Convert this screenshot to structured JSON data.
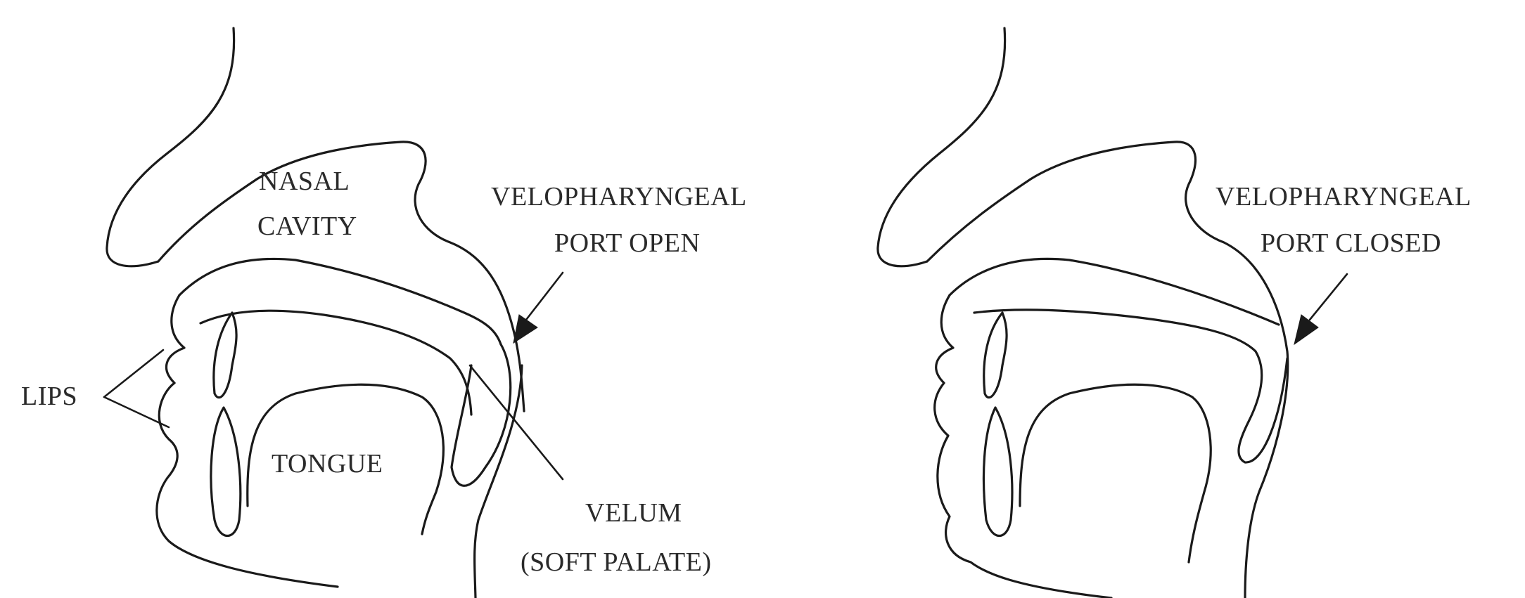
{
  "left_panel": {
    "nasal_cavity_line1": "NASAL",
    "nasal_cavity_line2": "CAVITY",
    "port_line1": "VELOPHARYNGEAL",
    "port_line2": "PORT OPEN",
    "lips": "LIPS",
    "tongue": "TONGUE",
    "velum_line1": "VELUM",
    "velum_line2": "(SOFT PALATE)"
  },
  "right_panel": {
    "port_line1": "VELOPHARYNGEAL",
    "port_line2": "PORT CLOSED"
  }
}
